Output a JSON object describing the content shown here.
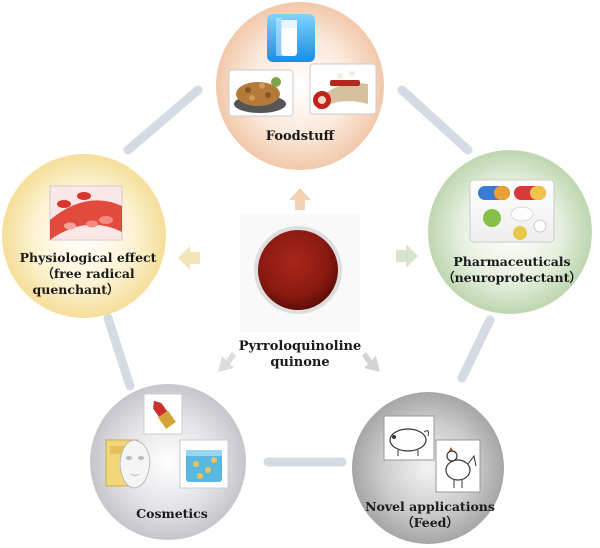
{
  "center": {
    "label_line1": "Pyrroloquinoline",
    "label_line2": "quinone",
    "powder_color": "#8b1a10"
  },
  "nodes": {
    "foodstuff": {
      "label": "Foodstuff",
      "color": "#f2c7a7",
      "images": [
        "milk-icon",
        "granola-dish-icon",
        "cake-roll-icon"
      ]
    },
    "pharmaceuticals": {
      "label_line1": "Pharmaceuticals",
      "label_line2": "（neuroprotectant）",
      "color": "#bcd7b0",
      "images": [
        "pills-icon"
      ]
    },
    "novel_applications": {
      "label_line1": "Novel applications",
      "label_line2": "（Feed）",
      "color": "#a9a9a9",
      "images": [
        "pig-sketch-icon",
        "chicken-sketch-icon"
      ]
    },
    "cosmetics": {
      "label": "Cosmetics",
      "color": "#c7c7cd",
      "images": [
        "lipstick-icon",
        "face-mask-icon",
        "cream-jar-icon"
      ]
    },
    "physiological": {
      "label_line1": "Physiological effect",
      "label_line2": "（free radical",
      "label_line3": "quenchant）",
      "color": "#f6df9c",
      "images": [
        "blood-cells-icon"
      ]
    }
  },
  "colors": {
    "connector": "#cfd6de",
    "arrow": "#f3ddc7",
    "arrow_right": "#d9e7cf",
    "arrow_down": "#d6d6d6"
  }
}
